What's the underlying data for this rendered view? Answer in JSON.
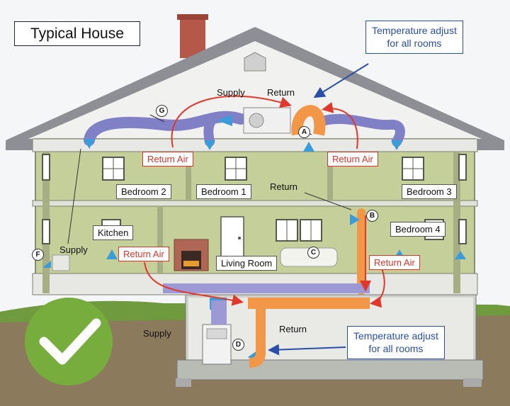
{
  "title": "Typical House",
  "callouts": {
    "top": {
      "line1": "Temperature adjust",
      "line2": "for all rooms"
    },
    "bottom": {
      "line1": "Temperature adjust",
      "line2": "for all rooms"
    }
  },
  "rooms": {
    "bedroom2": "Bedroom 2",
    "bedroom1": "Bedroom 1",
    "bedroom3": "Bedroom 3",
    "bedroom4": "Bedroom 4",
    "kitchen": "Kitchen",
    "living_room": "Living Room"
  },
  "return_air": {
    "left_upper": "Return Air",
    "right_upper": "Return Air",
    "left_lower": "Return Air",
    "right_lower": "Return Air"
  },
  "labels": {
    "supply_attic": "Supply",
    "return_attic": "Return",
    "return_mid": "Return",
    "supply_kitchen": "Supply",
    "supply_basement": "Supply",
    "return_basement": "Return"
  },
  "markers": {
    "a": "A",
    "b": "B",
    "c": "C",
    "d": "D",
    "f": "F",
    "g": "G"
  },
  "colors": {
    "roof": "#8d8f95",
    "wall": "#c5cf9a",
    "duct_blue": "#8080c6",
    "duct_orange": "#f29648",
    "arrow_red": "#e2372b",
    "callout_blue": "#2a4fa8",
    "check_green": "#77ad3c"
  },
  "icons": {
    "checkmark": "checkmark-icon"
  }
}
